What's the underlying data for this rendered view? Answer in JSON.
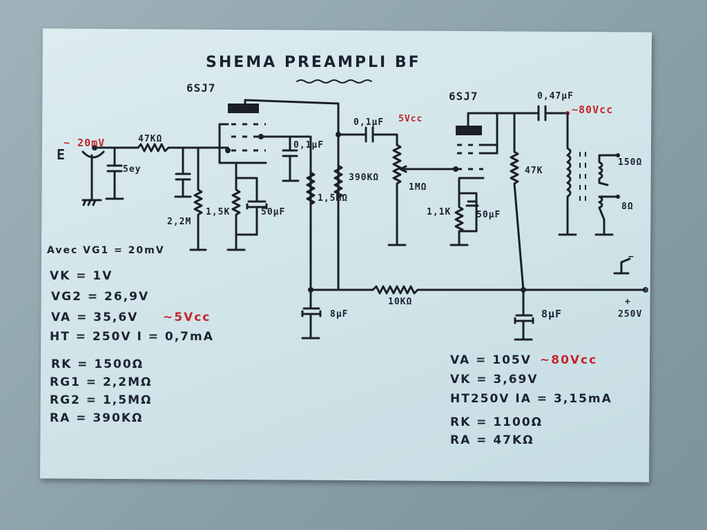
{
  "title": "SHEMA PREAMPLI BF",
  "stage1": {
    "tube": "6SJ7",
    "input_label": "E",
    "input_signal": "~ 20mV",
    "input_cap": "5ey",
    "grid_resistor": "47KΩ",
    "grid_leak": "2,2M",
    "cathode_resistor": "1,5K",
    "cathode_cap": "50µF",
    "screen_cap": "0,1µF",
    "screen_resistor": "1,5MΩ",
    "plate_resistor": "390KΩ",
    "coupling_cap": "0,1µF",
    "output_signal": "5Vcc",
    "volume_pot": "1MΩ"
  },
  "stage2": {
    "tube": "6SJ7",
    "cathode_resistor": "1,1K",
    "cathode_cap": "50µF",
    "plate_resistor": "47K",
    "coupling_cap": "0,47µF",
    "output_signal": "~80Vcc",
    "tap_high": "150Ω",
    "tap_low": "8Ω"
  },
  "supply": {
    "filter_resistor": "10KΩ",
    "cap_left": "8µF",
    "cap_right": "8µF",
    "minus": "−",
    "plus": "+",
    "ht": "250V"
  },
  "notes_stage1": {
    "lines": [
      "Avec VG1 = 20mV",
      "VK = 1V",
      "VG2 = 26,9V",
      "VA = 35,6V",
      "HT = 250V  I = 0,7mA",
      "RK = 1500Ω",
      "RG1 = 2,2MΩ",
      "RG2 = 1,5MΩ",
      "RA = 390KΩ"
    ],
    "va_signal": "~5Vcc"
  },
  "notes_stage2": {
    "lines": [
      "VA = 105V",
      "VK = 3,69V",
      "HT250V  IA = 3,15mA",
      "RK = 1100Ω",
      "RA = 47KΩ"
    ],
    "va_signal": "~80Vcc"
  },
  "colors": {
    "ink": "#1b1f2a",
    "red": "#c4252d",
    "card": "#d3e6ea"
  }
}
